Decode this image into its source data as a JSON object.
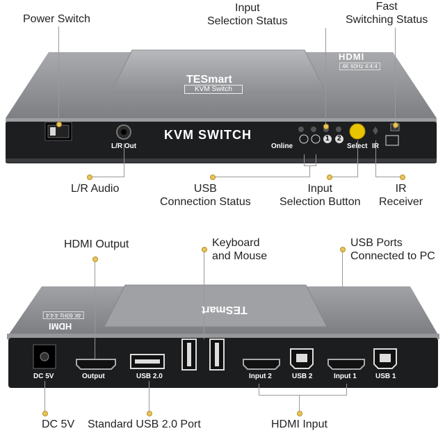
{
  "top_callouts": {
    "power_switch": "Power Switch",
    "input_selection_status": "Input\nSelection Status",
    "fast_switching_status": "Fast\nSwitching Status",
    "lr_audio": "L/R Audio",
    "usb_connection_status": "USB\nConnection Status",
    "input_selection_button": "Input\nSelection Button",
    "ir_receiver": "IR\nReceiver"
  },
  "front_panel": {
    "brand": "TESmart",
    "brand_sub": "KVM Switch",
    "title": "KVM SWITCH",
    "hdmi_logo": "HDMI",
    "hdmi_spec": "4K 60Hz 4:4:4",
    "lr_out": "L/R Out",
    "online": "Online",
    "port1": "1",
    "port2": "2",
    "select": "Select",
    "ir": "IR"
  },
  "bottom_callouts": {
    "hdmi_output": "HDMI Output",
    "keyboard_mouse": "Keyboard\nand Mouse",
    "usb_ports_pc": "USB Ports\nConnected to PC",
    "dc5v": "DC 5V",
    "standard_usb": "Standard USB 2.0 Port",
    "hdmi_input": "HDMI Input"
  },
  "rear_panel": {
    "dc5v": "DC 5V",
    "output": "Output",
    "usb20": "USB 2.0",
    "input2": "Input 2",
    "usb2": "USB 2",
    "input1": "Input 1",
    "usb1": "USB 1"
  }
}
